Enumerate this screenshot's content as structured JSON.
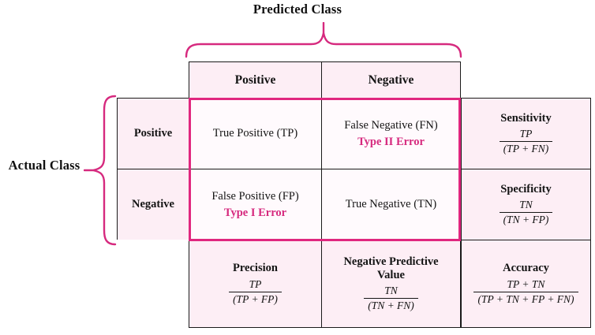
{
  "diagram": {
    "predicted_axis_title": "Predicted Class",
    "actual_axis_title": "Actual Class",
    "accent_color": "#e0277f",
    "error_text_color": "#d6297e",
    "cell_fill": "#fdeef5",
    "grid_color": "#1a1a1a"
  },
  "column_headers": [
    {
      "label": "Positive"
    },
    {
      "label": "Negative"
    }
  ],
  "row_headers": [
    {
      "label": "Positive"
    },
    {
      "label": "Negative"
    }
  ],
  "matrix_cells": [
    {
      "name": "true-positive",
      "text": "True Positive (TP)",
      "error": ""
    },
    {
      "name": "false-negative",
      "text": "False Negative (FN)",
      "error": "Type II Error"
    },
    {
      "name": "false-positive",
      "text": "False Positive (FP)",
      "error": "Type I Error"
    },
    {
      "name": "true-negative",
      "text": "True Negative (TN)",
      "error": ""
    }
  ],
  "row_metrics": [
    {
      "name": "sensitivity",
      "label": "Sensitivity",
      "numerator": "TP",
      "denominator": "(TP + FN)"
    },
    {
      "name": "specificity",
      "label": "Specificity",
      "numerator": "TN",
      "denominator": "(TN + FP)"
    }
  ],
  "column_metrics": [
    {
      "name": "precision",
      "label": "Precision",
      "numerator": "TP",
      "denominator": "(TP + FP)"
    },
    {
      "name": "negative-predictive-value",
      "label": "Negative Predictive Value",
      "numerator": "TN",
      "denominator": "(TN + FN)"
    },
    {
      "name": "accuracy",
      "label": "Accuracy",
      "numerator": "TP + TN",
      "denominator": "(TP + TN + FP + FN)"
    }
  ]
}
